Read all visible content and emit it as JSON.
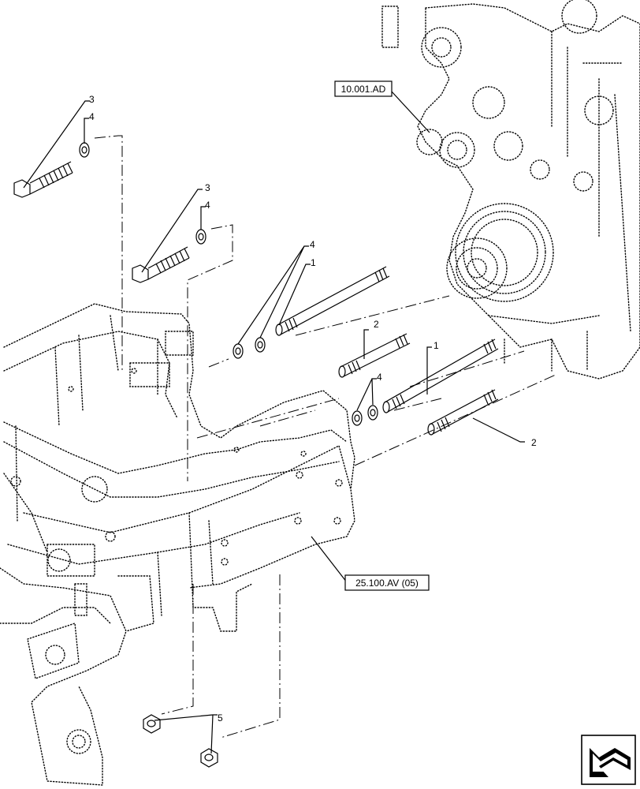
{
  "references": {
    "engine": "10.001.AD",
    "frame": "25.100.AV (05)"
  },
  "callouts": {
    "bolt_a": "3",
    "washer_a": "4",
    "bolt_b": "3",
    "washer_b": "4",
    "washers_pair_top": "4",
    "stud_top": "1",
    "stud_short_top": "2",
    "stud_long_right": "1",
    "washers_pair_mid": "4",
    "stud_short_bottom": "2",
    "nuts": "5"
  },
  "icons": {
    "navigation": "next-page-arrow-icon"
  }
}
